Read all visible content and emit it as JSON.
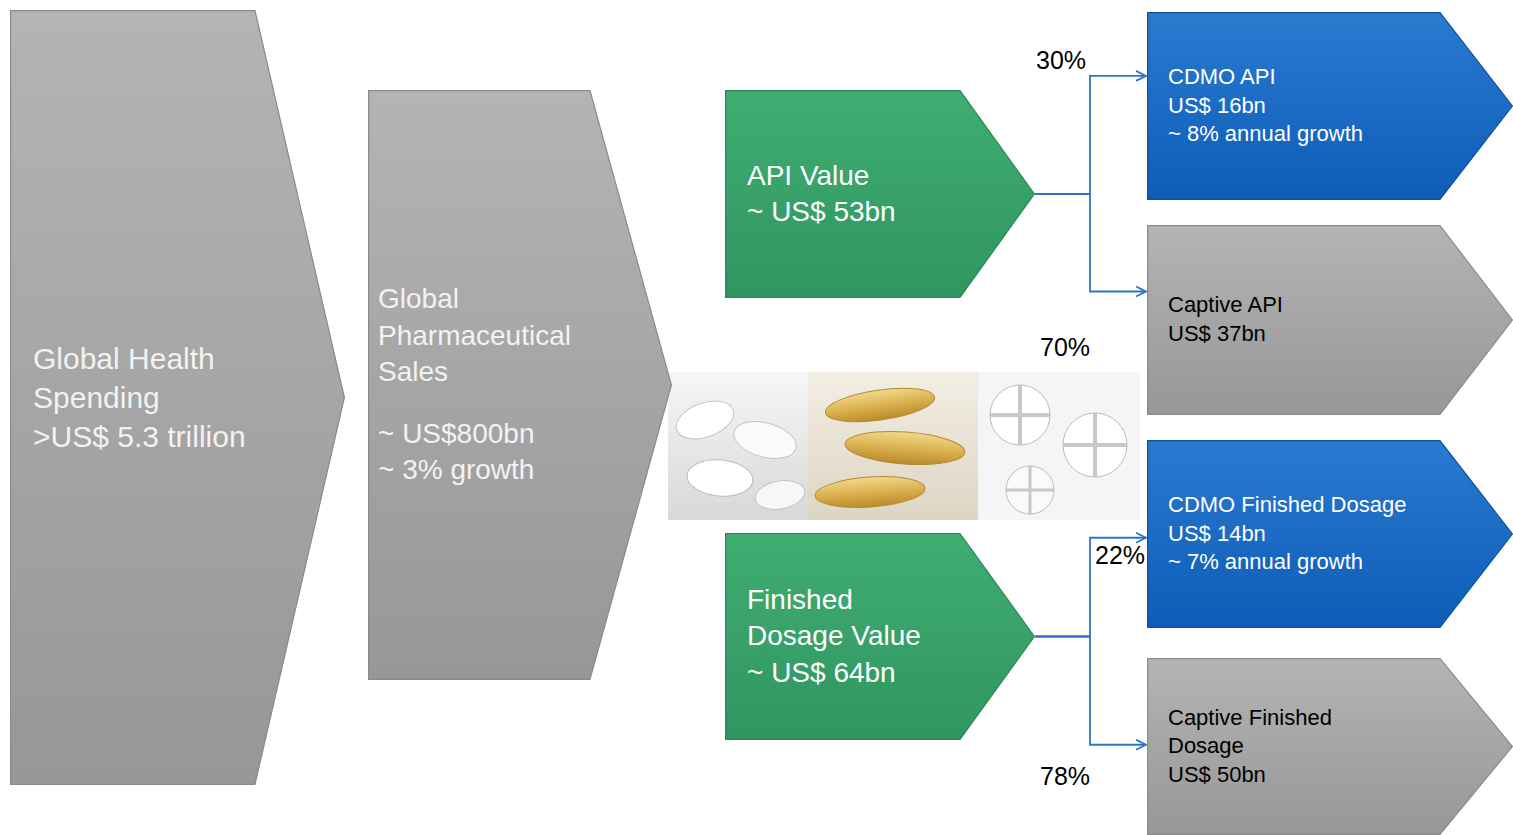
{
  "diagram": {
    "nodes": [
      {
        "text": [
          "Global Health Spending",
          ">US$ 5.3 trillion"
        ]
      },
      {
        "text": [
          "Global Pharmaceutical Sales",
          "~ US$800bn",
          "~ 3% growth"
        ]
      },
      {
        "text": [
          "API Value",
          "~ US$ 53bn"
        ]
      },
      {
        "text": [
          "Finished Dosage Value",
          "~ US$ 64bn"
        ]
      },
      {
        "text": [
          "CDMO API",
          "US$ 16bn",
          "~ 8% annual growth"
        ]
      },
      {
        "text": [
          "Captive API",
          "US$ 37bn"
        ]
      },
      {
        "text": [
          "CDMO Finished Dosage",
          "US$ 14bn",
          "~ 7% annual growth"
        ]
      },
      {
        "text": [
          "Captive Finished Dosage",
          "US$ 50bn"
        ]
      }
    ],
    "edges": [
      {
        "from": 2,
        "to": 4,
        "arrow": "to",
        "label": "30%"
      },
      {
        "from": 2,
        "to": 5,
        "arrow": "to",
        "label": "70%"
      },
      {
        "from": 3,
        "to": 6,
        "arrow": "to",
        "label": "22%"
      },
      {
        "from": 3,
        "to": 7,
        "arrow": "to",
        "label": "78%"
      }
    ]
  }
}
